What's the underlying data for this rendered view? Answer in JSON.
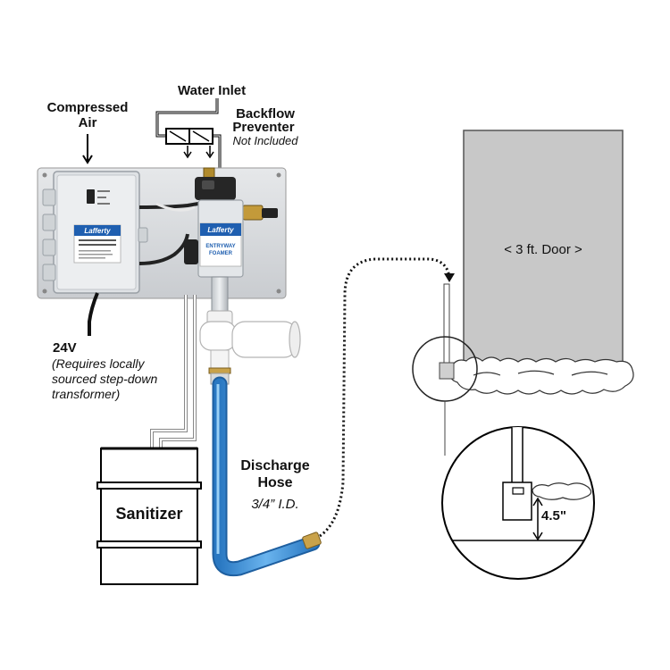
{
  "labels": {
    "water_inlet": "Water Inlet",
    "backflow_line1": "Backflow",
    "backflow_line2": "Preventer",
    "not_included": "Not Included",
    "compressed_line1": "Compressed",
    "compressed_line2": "Air",
    "voltage": "24V",
    "voltage_note_line1": "(Requires locally",
    "voltage_note_line2": "sourced step-down",
    "voltage_note_line3": "transformer)",
    "discharge_line1": "Discharge",
    "discharge_line2": "Hose",
    "hose_size": "3/4” I.D.",
    "sanitizer": "Sanitizer",
    "door": "< 3 ft. Door >",
    "height": "4.5\""
  },
  "product": {
    "brand_left": "Lafferty",
    "brand_center": "Lafferty",
    "panel_text_line1": "ENTRYWAY",
    "panel_text_line2": "FOAMER"
  },
  "colors": {
    "hose": "#3a8fd6",
    "door": "#c8c8c8",
    "panel": "#d9dcdf",
    "brand": "#1f5fb0"
  }
}
